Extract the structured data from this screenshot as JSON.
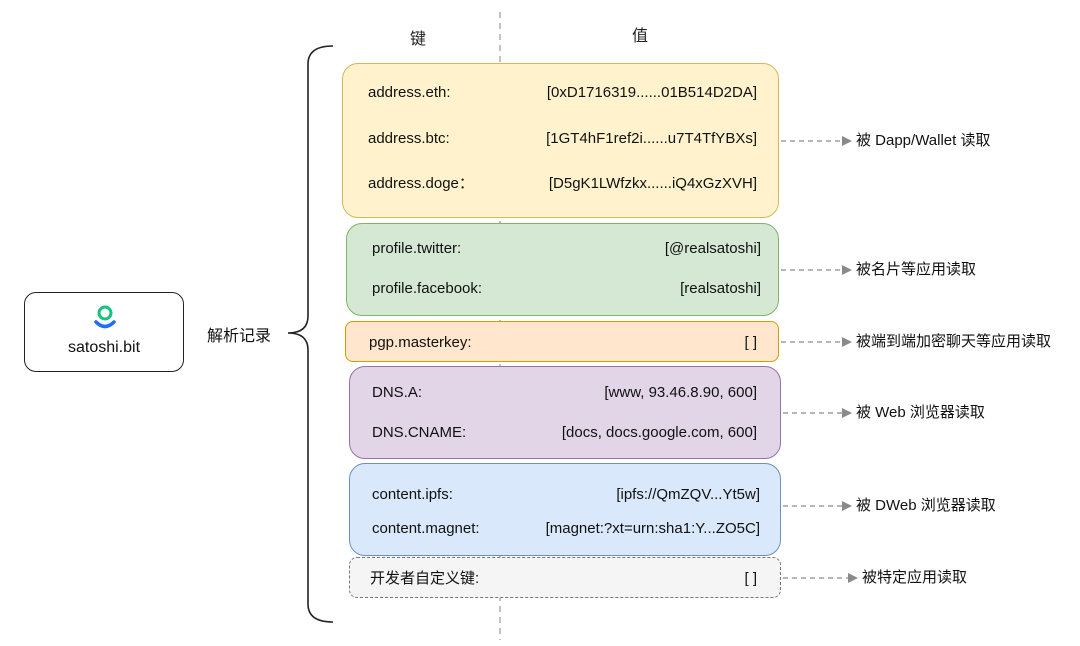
{
  "headers": {
    "key": "键",
    "value": "值"
  },
  "domain_node": {
    "name": "satoshi.bit",
    "logo_icon": "dotbit-logo-icon",
    "logo_colors": [
      "#19c37d",
      "#1e6ff5"
    ]
  },
  "records_label": "解析记录",
  "groups": [
    {
      "id": "address",
      "colors": {
        "fill": "#fff2cc",
        "stroke": "#d6b656"
      },
      "rows": [
        {
          "key": "address.eth:",
          "value": "[0xD1716319......01B514D2DA]"
        },
        {
          "key": "address.btc:",
          "value": "[1GT4hF1ref2i......u7T4TfYBXs]"
        },
        {
          "key": "address.doge：",
          "value": "[D5gK1LWfzkx......iQ4xGzXVH]"
        }
      ],
      "reader": "被 Dapp/Wallet 读取"
    },
    {
      "id": "profile",
      "colors": {
        "fill": "#d5e8d4",
        "stroke": "#82b366"
      },
      "rows": [
        {
          "key": "profile.twitter:",
          "value": "[@realsatoshi]"
        },
        {
          "key": "profile.facebook:",
          "value": "[realsatoshi]"
        }
      ],
      "reader": "被名片等应用读取"
    },
    {
      "id": "pgp",
      "colors": {
        "fill": "#ffe6cc",
        "stroke": "#d79b00"
      },
      "rows": [
        {
          "key": "pgp.masterkey:",
          "value": "[ ]"
        }
      ],
      "reader": "被端到端加密聊天等应用读取"
    },
    {
      "id": "dns",
      "colors": {
        "fill": "#e1d5e7",
        "stroke": "#9673a6"
      },
      "rows": [
        {
          "key": "DNS.A:",
          "value": "[www, 93.46.8.90, 600]"
        },
        {
          "key": "DNS.CNAME:",
          "value": "[docs, docs.google.com, 600]"
        }
      ],
      "reader": "被 Web 浏览器读取"
    },
    {
      "id": "content",
      "colors": {
        "fill": "#dae8fc",
        "stroke": "#6c8ebf"
      },
      "rows": [
        {
          "key": "content.ipfs:",
          "value": "[ipfs://QmZQV...Yt5w]"
        },
        {
          "key": "content.magnet:",
          "value": "[magnet:?xt=urn:sha1:Y...ZO5C]"
        }
      ],
      "reader": "被 DWeb 浏览器读取"
    },
    {
      "id": "custom",
      "colors": {
        "fill": "#f5f5f5",
        "stroke": "#777777"
      },
      "rows": [
        {
          "key": "开发者自定义键:",
          "value": "[ ]"
        }
      ],
      "reader": "被特定应用读取"
    }
  ]
}
